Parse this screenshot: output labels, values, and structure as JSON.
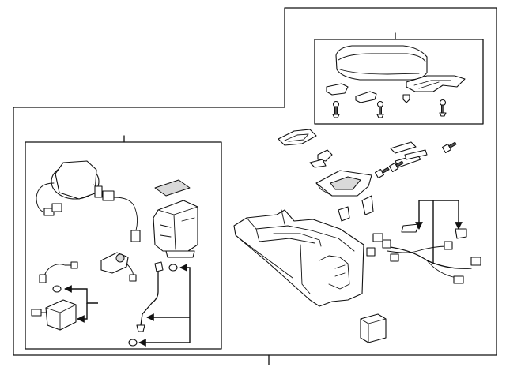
{
  "diagram": {
    "kind": "exploded-parts-view",
    "background": "#ffffff",
    "panel_fill": "#f4f4f4",
    "line_color": "#111111",
    "groups": [
      {
        "id": "armrest-group",
        "parts": [
          "armrest-lid",
          "hinge-bracket",
          "lid-clip",
          "mounting-screws"
        ]
      },
      {
        "id": "electrical-group",
        "parts": [
          "shifter-wiring",
          "panel-pad",
          "box-liner",
          "harness-connectors",
          "shift-cable"
        ]
      },
      {
        "id": "console-group",
        "parts": [
          "cup-trim",
          "upper-panel",
          "console-body",
          "wire-harness",
          "module"
        ]
      }
    ]
  }
}
